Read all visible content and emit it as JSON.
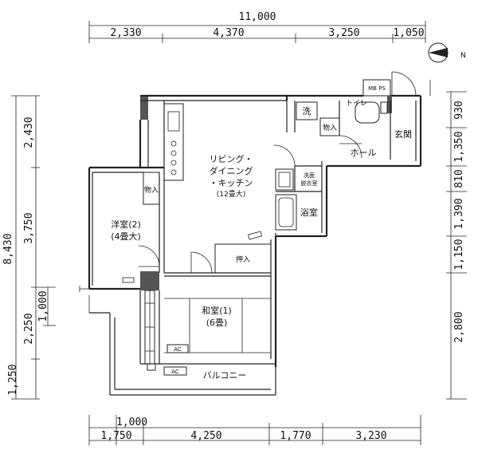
{
  "dimensions": {
    "top_total": "11,000",
    "top": [
      "2,330",
      "4,370",
      "3,250",
      "1,050"
    ],
    "bottom_sub": "1,000",
    "bottom": [
      "1,750",
      "4,250",
      "1,770",
      "3,230"
    ],
    "left_total": "8,430",
    "left": [
      "2,430",
      "3,750",
      "2,250",
      "1,250"
    ],
    "left_sub": "1,000",
    "right": [
      "930",
      "1,350",
      "810",
      "1,390",
      "1,150",
      "2,800"
    ]
  },
  "rooms": {
    "ldk": [
      "リビング・",
      "ダイニング",
      "・キッチン",
      "(12畳大)"
    ],
    "western": [
      "洋室(2)",
      "(4畳大)"
    ],
    "japanese": [
      "和室(1)",
      "(6畳)"
    ],
    "closet_western": "物入",
    "closet_japanese": "押入",
    "closet_toilet": "物入",
    "laundry": "洗",
    "toilet": "トイレ",
    "hall": "ホール",
    "entrance": "玄関",
    "washroom": [
      "洗面",
      "脱衣室"
    ],
    "bath": "浴室",
    "balcony": "バルコニー",
    "mb_ps": "MB PS",
    "ac1": "AC",
    "ac2": "AC",
    "north": "N"
  }
}
